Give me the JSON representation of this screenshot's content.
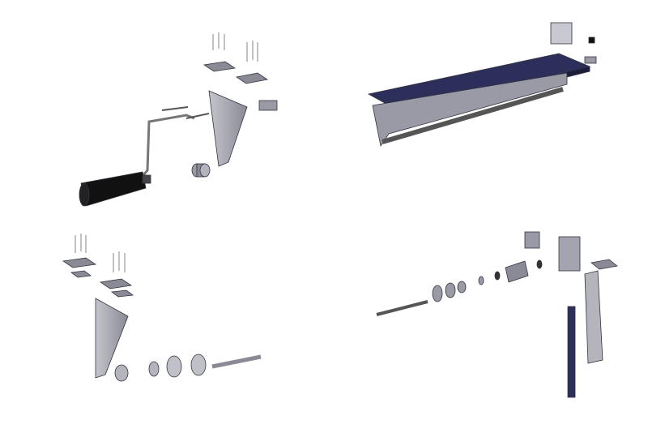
{
  "colors": {
    "background": "#ffffff",
    "part_gray": "#9a9aa6",
    "part_dark": "#5a5a66",
    "belt_blue": "#2c2f5a",
    "roller_black": "#111111",
    "outline": "#333340"
  },
  "views": [
    {
      "id": "crank-assembly",
      "position": "top-left"
    },
    {
      "id": "conveyor-assembly",
      "position": "top-right"
    },
    {
      "id": "bracket-wheel-assembly",
      "position": "bottom-left"
    },
    {
      "id": "shaft-post-assembly",
      "position": "bottom-right"
    }
  ]
}
